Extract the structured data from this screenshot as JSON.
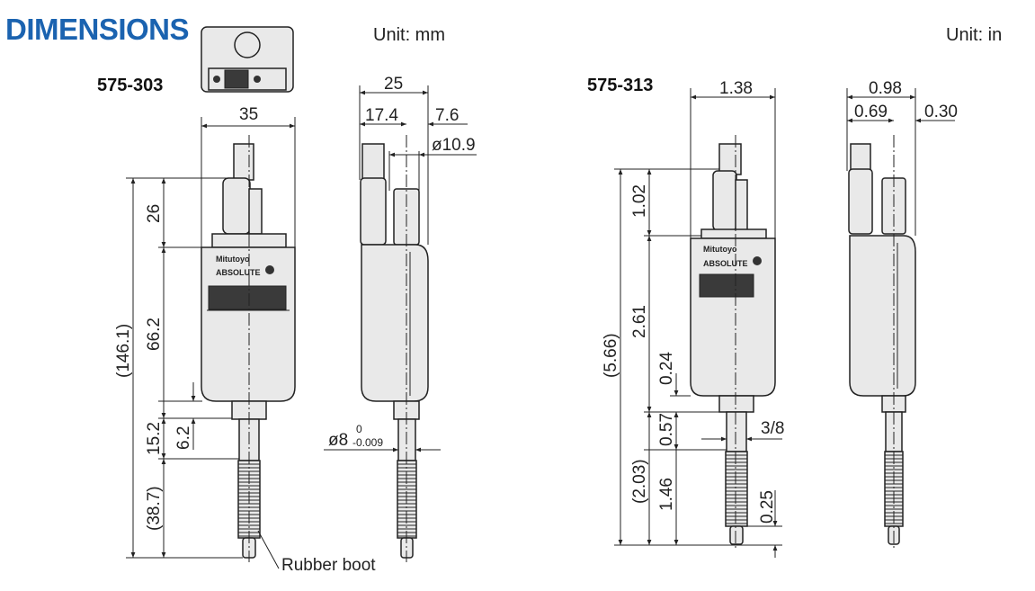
{
  "header": {
    "title": "DIMENSIONS",
    "unit_left": "Unit: mm",
    "unit_right": "Unit: in"
  },
  "left": {
    "model": "575-303",
    "front": {
      "width": "35",
      "total": "(146.1)",
      "d1": "26",
      "d2": "66.2",
      "d3": "15.2",
      "d4": "(38.7)",
      "d5": "6.2",
      "callout": "Rubber boot"
    },
    "side": {
      "width": "25",
      "w1": "17.4",
      "w2": "7.6",
      "dia_knob": "ø10.9",
      "dia_stem": "ø8",
      "tol_upper": "0",
      "tol_lower": "-0.009"
    }
  },
  "right": {
    "model": "575-313",
    "front": {
      "width": "1.38",
      "total": "(5.66)",
      "d1": "1.02",
      "d2": "2.61",
      "d3": "0.24",
      "d4": "0.57",
      "d5": "(2.03)",
      "d6": "1.46",
      "d7": "0.25",
      "dia_stem": "3/8"
    },
    "side": {
      "width": "0.98",
      "w1": "0.69",
      "w2": "0.30"
    }
  },
  "product_markings": {
    "brand": "Mitutoyo",
    "line": "ABSOLUTE"
  },
  "colors": {
    "title": "#1b63b0"
  }
}
